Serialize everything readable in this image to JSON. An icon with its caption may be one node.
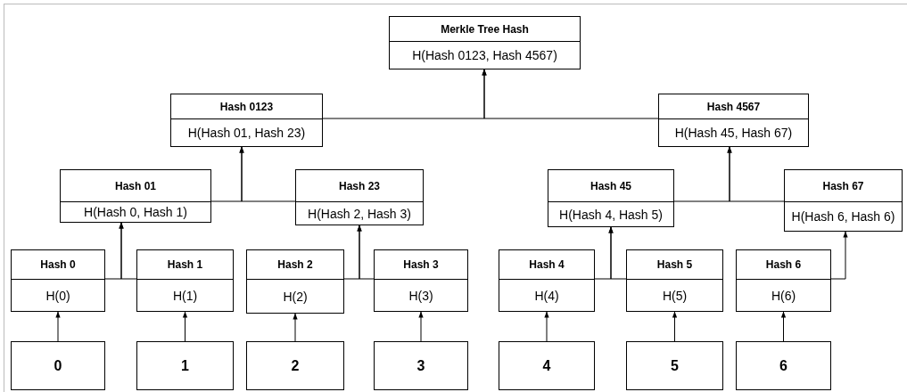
{
  "diagram": {
    "nodes": [
      {
        "text": [
          "Merkle Tree Hash",
          "H(Hash 0123, Hash 4567)"
        ]
      },
      {
        "text": [
          "Hash 0123",
          "H(Hash 01, Hash 23)"
        ]
      },
      {
        "text": [
          "Hash 4567",
          "H(Hash 45, Hash 67)"
        ]
      },
      {
        "text": [
          "Hash 01",
          "H(Hash 0, Hash 1)"
        ]
      },
      {
        "text": [
          "Hash 23",
          "H(Hash 2, Hash 3)"
        ]
      },
      {
        "text": [
          "Hash 45",
          "H(Hash 4, Hash 5)"
        ]
      },
      {
        "text": [
          "Hash 67",
          "H(Hash 6, Hash 6)"
        ]
      },
      {
        "text": [
          "Hash 0",
          "H(0)"
        ]
      },
      {
        "text": [
          "Hash 1",
          "H(1)"
        ]
      },
      {
        "text": [
          "Hash 2",
          "H(2)"
        ]
      },
      {
        "text": [
          "Hash 3",
          "H(3)"
        ]
      },
      {
        "text": [
          "Hash 4",
          "H(4)"
        ]
      },
      {
        "text": [
          "Hash 5",
          "H(5)"
        ]
      },
      {
        "text": [
          "Hash 6",
          "H(6)"
        ]
      },
      {
        "text": [
          "0"
        ]
      },
      {
        "text": [
          "1"
        ]
      },
      {
        "text": [
          "2"
        ]
      },
      {
        "text": [
          "3"
        ]
      },
      {
        "text": [
          "4"
        ]
      },
      {
        "text": [
          "5"
        ]
      },
      {
        "text": [
          "6"
        ]
      }
    ],
    "edges": [
      {
        "from": 14,
        "to": 7,
        "arrow": "to"
      },
      {
        "from": 15,
        "to": 8,
        "arrow": "to"
      },
      {
        "from": 16,
        "to": 9,
        "arrow": "to"
      },
      {
        "from": 17,
        "to": 10,
        "arrow": "to"
      },
      {
        "from": 18,
        "to": 11,
        "arrow": "to"
      },
      {
        "from": 19,
        "to": 12,
        "arrow": "to"
      },
      {
        "from": 20,
        "to": 13,
        "arrow": "to"
      },
      {
        "from": 7,
        "to": 3,
        "arrow": "to"
      },
      {
        "from": 8,
        "to": 3,
        "arrow": "to"
      },
      {
        "from": 9,
        "to": 4,
        "arrow": "to"
      },
      {
        "from": 10,
        "to": 4,
        "arrow": "to"
      },
      {
        "from": 11,
        "to": 5,
        "arrow": "to"
      },
      {
        "from": 12,
        "to": 5,
        "arrow": "to"
      },
      {
        "from": 13,
        "to": 6,
        "arrow": "to"
      },
      {
        "from": 3,
        "to": 1,
        "arrow": "to"
      },
      {
        "from": 4,
        "to": 1,
        "arrow": "to"
      },
      {
        "from": 5,
        "to": 2,
        "arrow": "to"
      },
      {
        "from": 6,
        "to": 2,
        "arrow": "to"
      },
      {
        "from": 1,
        "to": 0,
        "arrow": "to"
      },
      {
        "from": 2,
        "to": 0,
        "arrow": "to"
      }
    ]
  }
}
